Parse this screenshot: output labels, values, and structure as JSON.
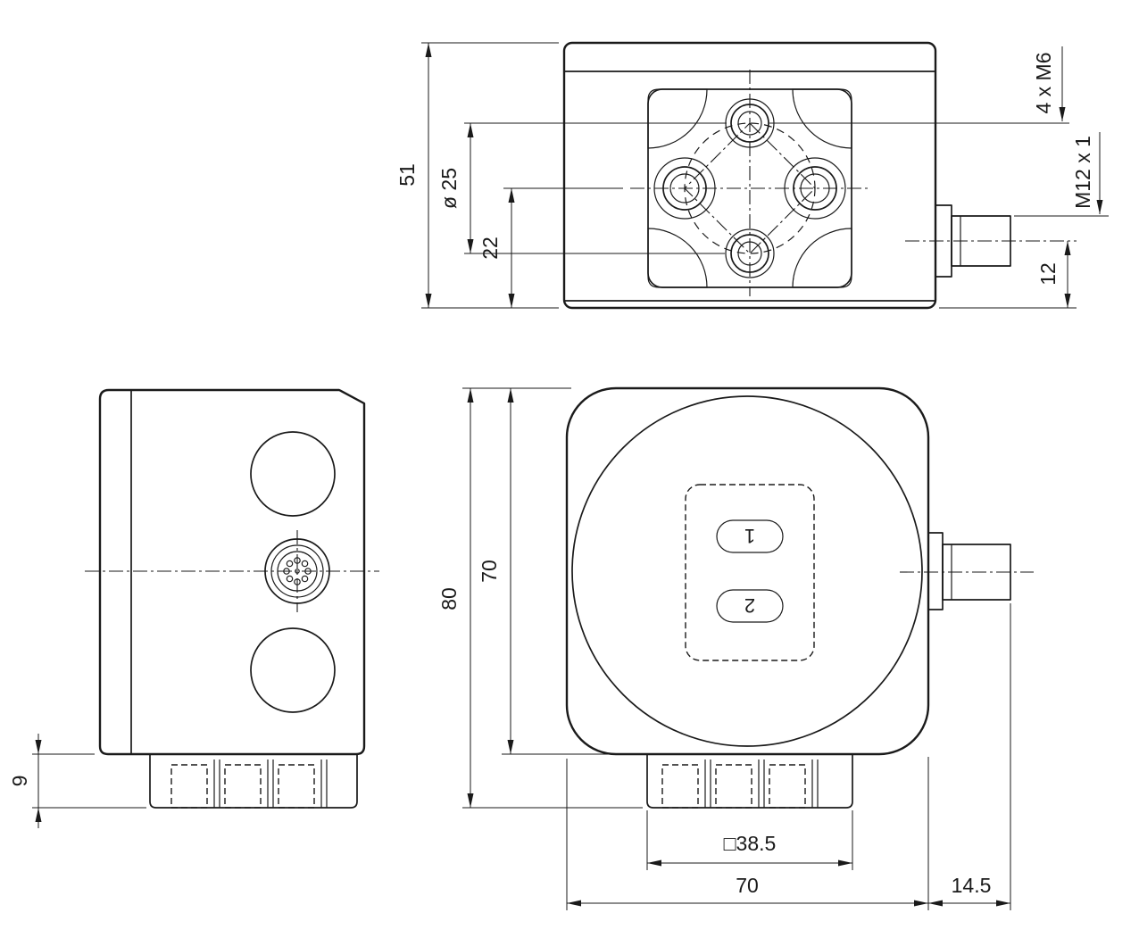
{
  "colors": {
    "ink": "#1a1a1a",
    "background": "#ffffff"
  },
  "top_view": {
    "dim_depth": "51",
    "dim_bolt_circle": "ø 25",
    "dim_hole_offset": "22",
    "label_mounting_thread": "4 x M6",
    "label_connector_thread": "M12 x 1",
    "dim_connector_offset": "12"
  },
  "side_view": {
    "dim_foot_height": "9"
  },
  "front_view": {
    "dim_overall_height": "80",
    "dim_body_height": "70",
    "dim_foot_width": "□38.5",
    "dim_body_width": "70",
    "dim_connector_length": "14.5",
    "button_1": "1",
    "button_2": "2"
  }
}
